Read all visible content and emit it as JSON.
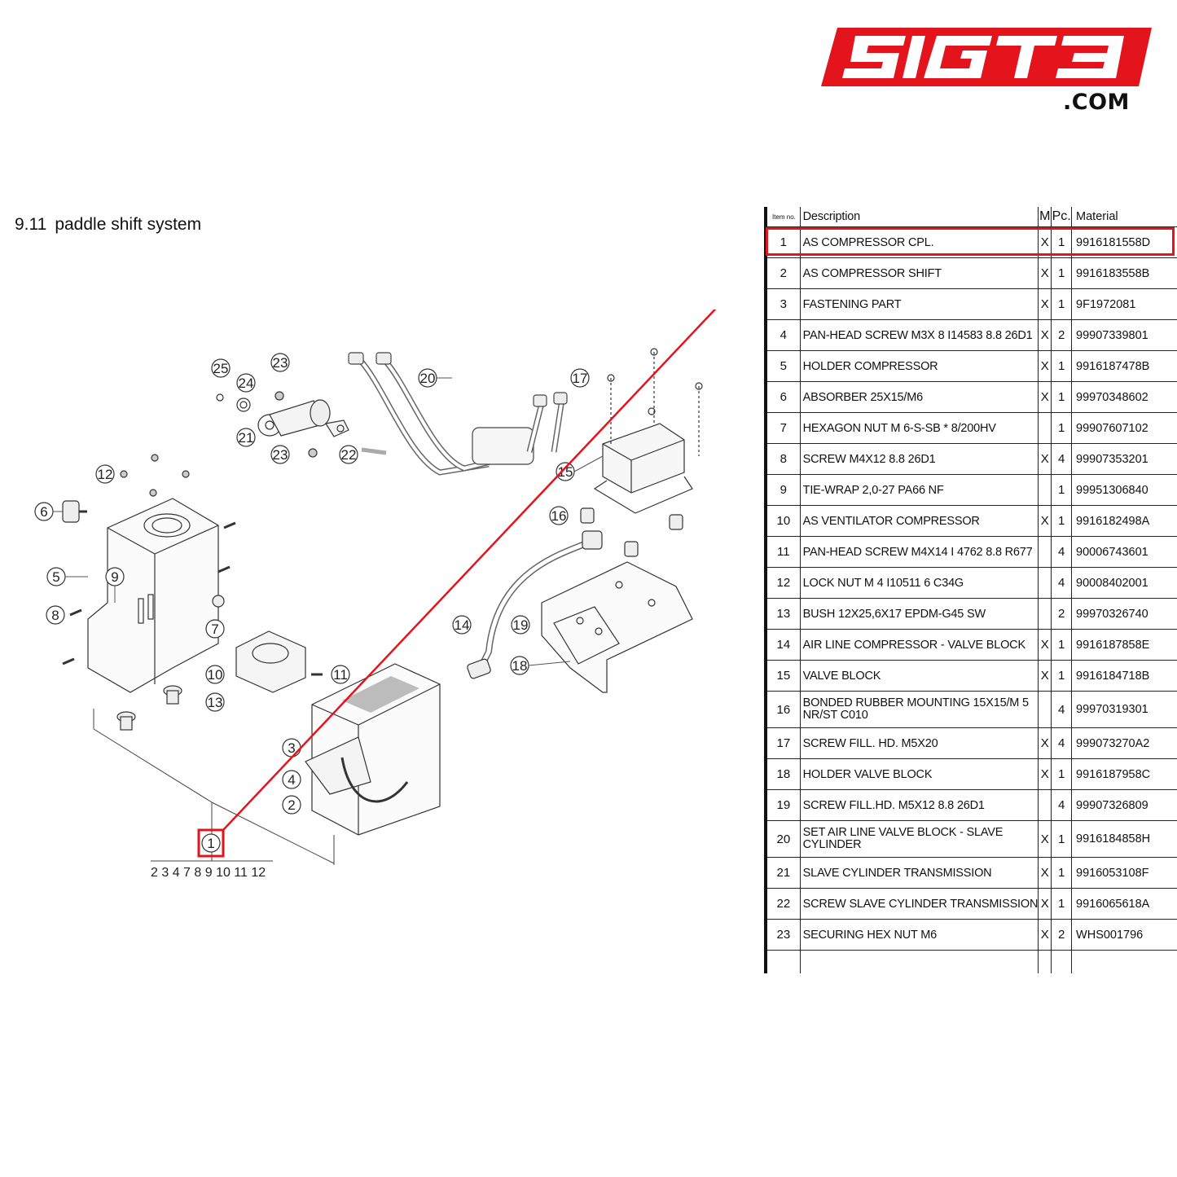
{
  "logo": {
    "text": "5IGT3",
    "suffix": ".COM",
    "color": "#e3141b"
  },
  "section": {
    "number": "9.11",
    "title": "paddle shift system"
  },
  "diagram": {
    "callouts": [
      "1",
      "2",
      "3",
      "4",
      "5",
      "6",
      "7",
      "8",
      "9",
      "10",
      "11",
      "12",
      "13",
      "14",
      "15",
      "16",
      "17",
      "18",
      "19",
      "20",
      "21",
      "22",
      "23",
      "23",
      "24",
      "25"
    ],
    "assembly_list": "2 3 4 7 8 9 10 11 12",
    "highlight_color": "#e3141b"
  },
  "table": {
    "headers": {
      "item": "Item no.",
      "description": "Description",
      "m": "M",
      "pc": "Pc.",
      "material": "Material"
    },
    "rows": [
      {
        "item": "1",
        "description": "AS COMPRESSOR CPL.",
        "m": "X",
        "pc": "1",
        "material": "9916181558D"
      },
      {
        "item": "2",
        "description": "AS COMPRESSOR SHIFT",
        "m": "X",
        "pc": "1",
        "material": "9916183558B"
      },
      {
        "item": "3",
        "description": "FASTENING PART",
        "m": "X",
        "pc": "1",
        "material": "9F1972081"
      },
      {
        "item": "4",
        "description": "PAN-HEAD SCREW M3X 8 I14583 8.8 26D1",
        "m": "X",
        "pc": "2",
        "material": "99907339801"
      },
      {
        "item": "5",
        "description": "HOLDER COMPRESSOR",
        "m": "X",
        "pc": "1",
        "material": "9916187478B"
      },
      {
        "item": "6",
        "description": "ABSORBER 25X15/M6",
        "m": "X",
        "pc": "1",
        "material": "99970348602"
      },
      {
        "item": "7",
        "description": "HEXAGON NUT M 6-S-SB * 8/200HV",
        "m": "",
        "pc": "1",
        "material": "99907607102"
      },
      {
        "item": "8",
        "description": "SCREW M4X12 8.8 26D1",
        "m": "X",
        "pc": "4",
        "material": "99907353201"
      },
      {
        "item": "9",
        "description": "TIE-WRAP 2,0-27 PA66 NF",
        "m": "",
        "pc": "1",
        "material": "99951306840"
      },
      {
        "item": "10",
        "description": "AS VENTILATOR COMPRESSOR",
        "m": "X",
        "pc": "1",
        "material": "9916182498A"
      },
      {
        "item": "11",
        "description": "PAN-HEAD SCREW M4X14 I 4762 8.8 R677",
        "m": "",
        "pc": "4",
        "material": "90006743601"
      },
      {
        "item": "12",
        "description": "LOCK NUT M 4 I10511 6 C34G",
        "m": "",
        "pc": "4",
        "material": "90008402001"
      },
      {
        "item": "13",
        "description": "BUSH 12X25,6X17 EPDM-G45 SW",
        "m": "",
        "pc": "2",
        "material": "99970326740"
      },
      {
        "item": "14",
        "description": "AIR LINE COMPRESSOR - VALVE BLOCK",
        "m": "X",
        "pc": "1",
        "material": "9916187858E"
      },
      {
        "item": "15",
        "description": "VALVE BLOCK",
        "m": "X",
        "pc": "1",
        "material": "9916184718B"
      },
      {
        "item": "16",
        "description": "BONDED RUBBER MOUNTING 15X15/M 5 NR/ST C010",
        "m": "",
        "pc": "4",
        "material": "99970319301"
      },
      {
        "item": "17",
        "description": "SCREW FILL. HD. M5X20",
        "m": "X",
        "pc": "4",
        "material": "999073270A2"
      },
      {
        "item": "18",
        "description": "HOLDER VALVE BLOCK",
        "m": "X",
        "pc": "1",
        "material": "9916187958C"
      },
      {
        "item": "19",
        "description": "SCREW FILL.HD. M5X12 8.8 26D1",
        "m": "",
        "pc": "4",
        "material": "99907326809"
      },
      {
        "item": "20",
        "description": "SET AIR LINE VALVE BLOCK - SLAVE CYLINDER",
        "m": "X",
        "pc": "1",
        "material": "9916184858H"
      },
      {
        "item": "21",
        "description": "SLAVE CYLINDER TRANSMISSION",
        "m": "X",
        "pc": "1",
        "material": "9916053108F"
      },
      {
        "item": "22",
        "description": "SCREW SLAVE CYLINDER TRANSMISSION",
        "m": "X",
        "pc": "1",
        "material": "9916065618A"
      },
      {
        "item": "23",
        "description": "SECURING HEX NUT M6",
        "m": "X",
        "pc": "2",
        "material": "WHS001796"
      }
    ]
  }
}
